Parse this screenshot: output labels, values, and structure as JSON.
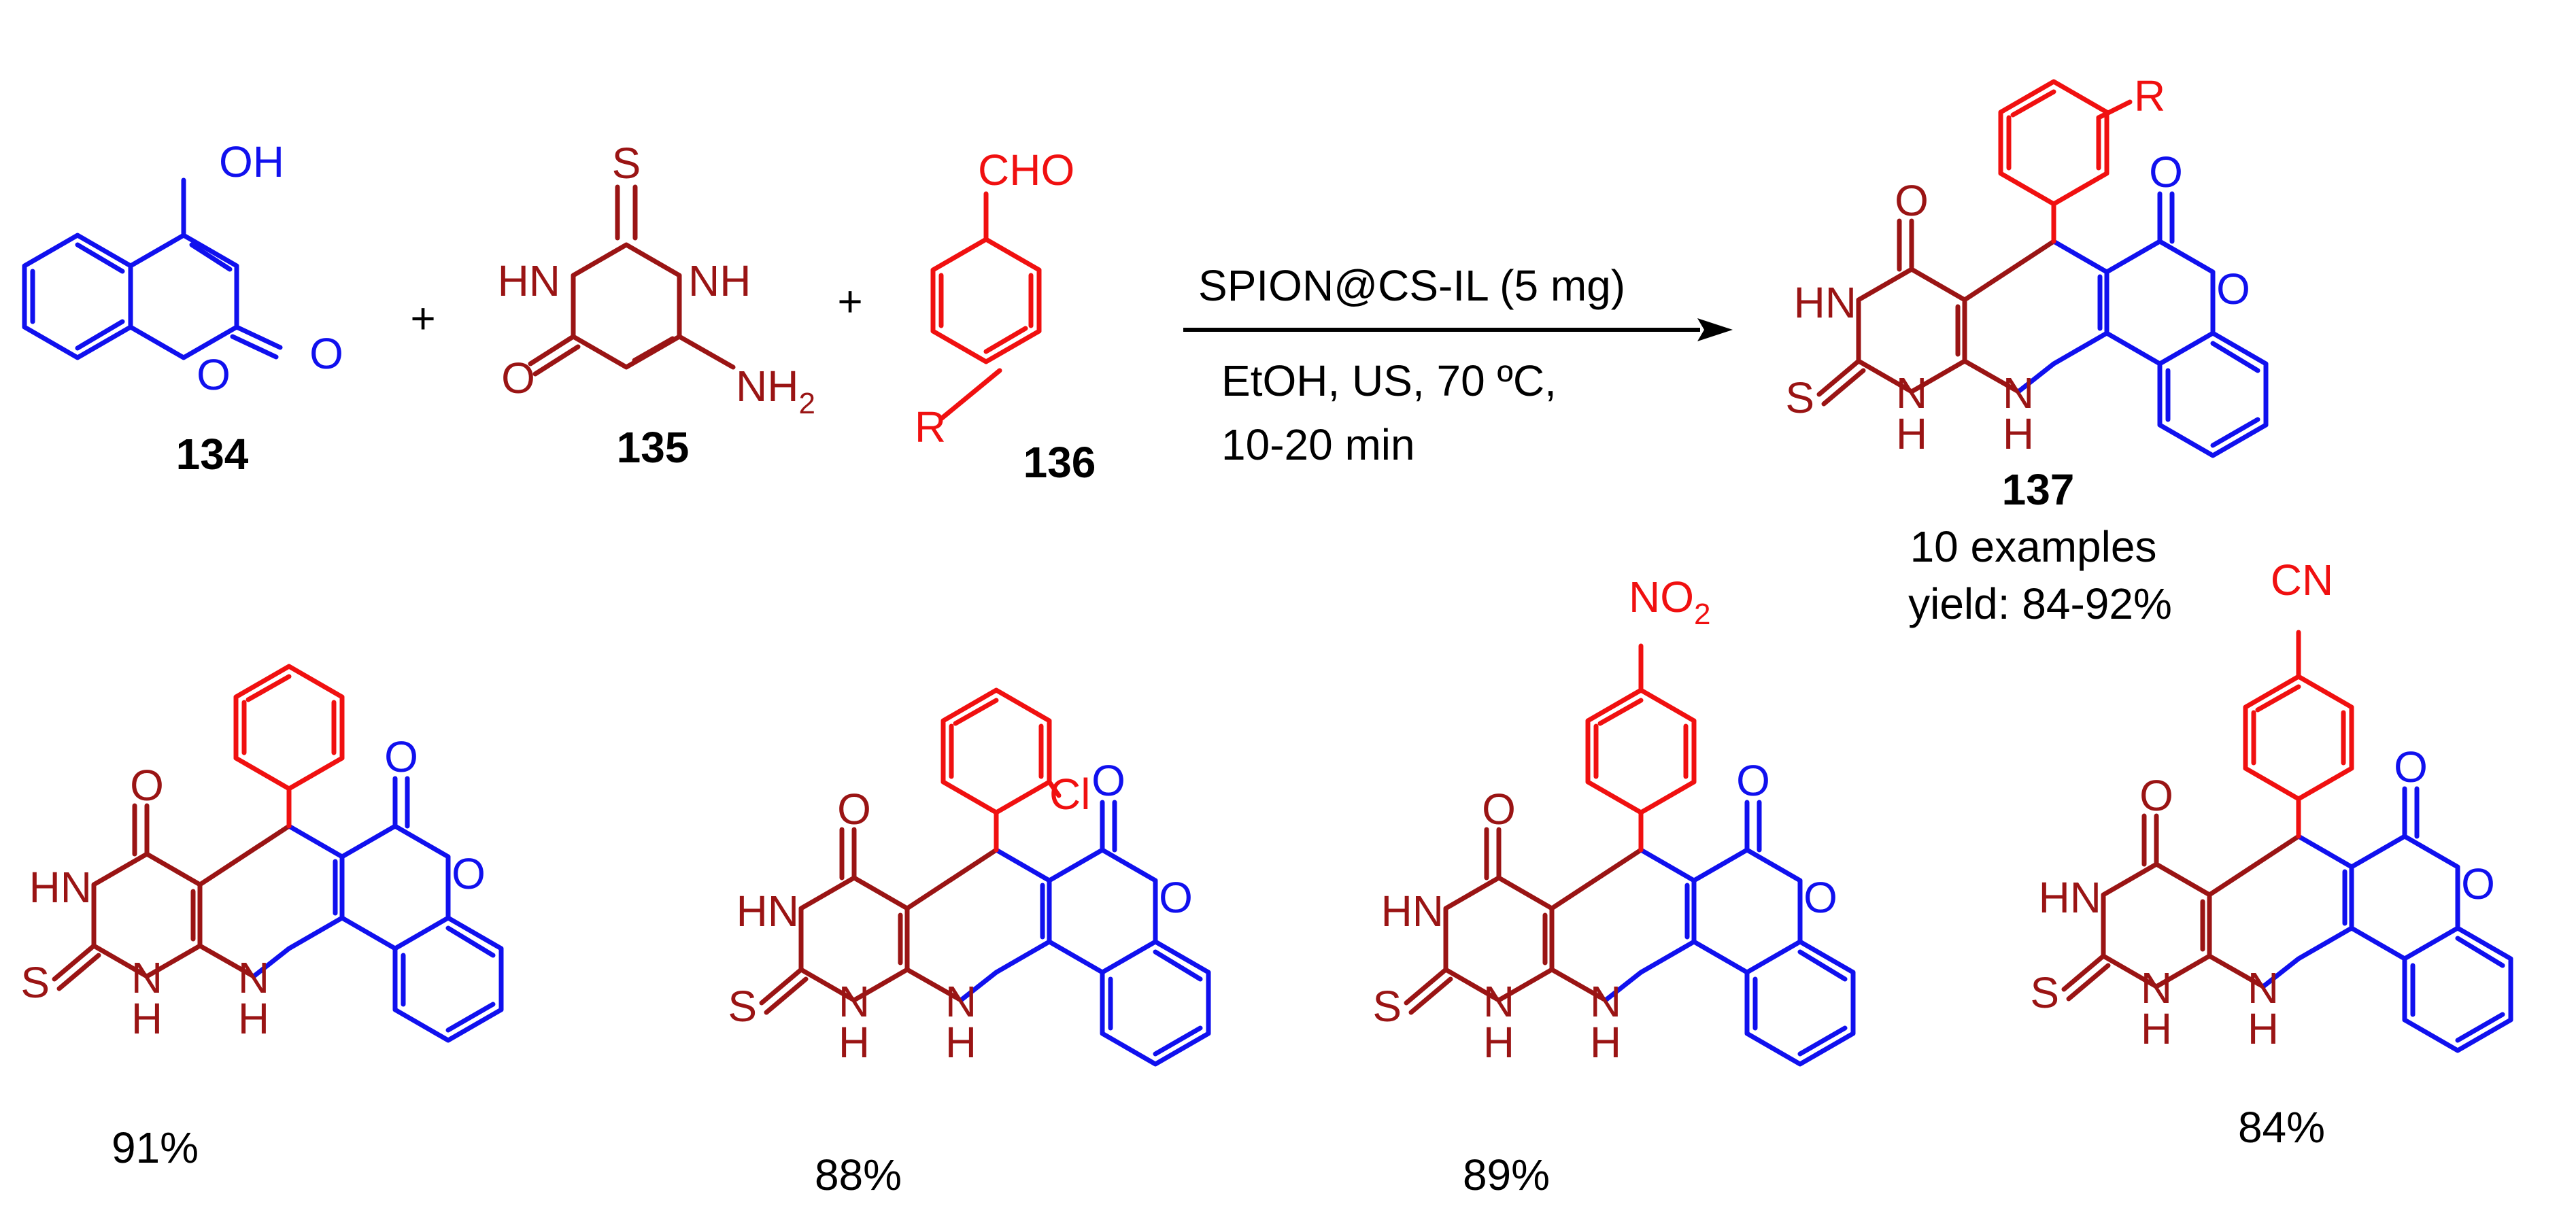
{
  "reactants": {
    "coumarin": {
      "number": "134",
      "oh": "OH",
      "ring_o": "O",
      "carbonyl_o": "O"
    },
    "thiobarbiturate": {
      "number": "135",
      "s": "S",
      "hn": "HN",
      "nh": "NH",
      "o": "O",
      "nh2": "NH",
      "nh2_sub": "2"
    },
    "aldehyde": {
      "number": "136",
      "cho": "CHO",
      "r": "R"
    },
    "plus": "+"
  },
  "conditions": {
    "catalyst": "SPION@CS-IL (5 mg)",
    "solvent": "EtOH, US, 70 ºC,",
    "time": "10-20 min"
  },
  "product": {
    "number": "137",
    "r": "R",
    "examples": "10 examples",
    "yield": "yield: 84-92%"
  },
  "scaffold_labels": {
    "o": "O",
    "hn": "HN",
    "s": "S",
    "n": "N",
    "h": "H"
  },
  "examples": [
    {
      "substituent": "",
      "yield": "91%"
    },
    {
      "substituent": "Cl",
      "yield": "88%"
    },
    {
      "substituent": "NO",
      "sub_index": "2",
      "yield": "89%"
    },
    {
      "substituent": "CN",
      "yield": "84%"
    }
  ],
  "colors": {
    "coumarin": "#1010ee",
    "aldehyde": "#f01010",
    "pyrimidine": "#9a1414"
  }
}
